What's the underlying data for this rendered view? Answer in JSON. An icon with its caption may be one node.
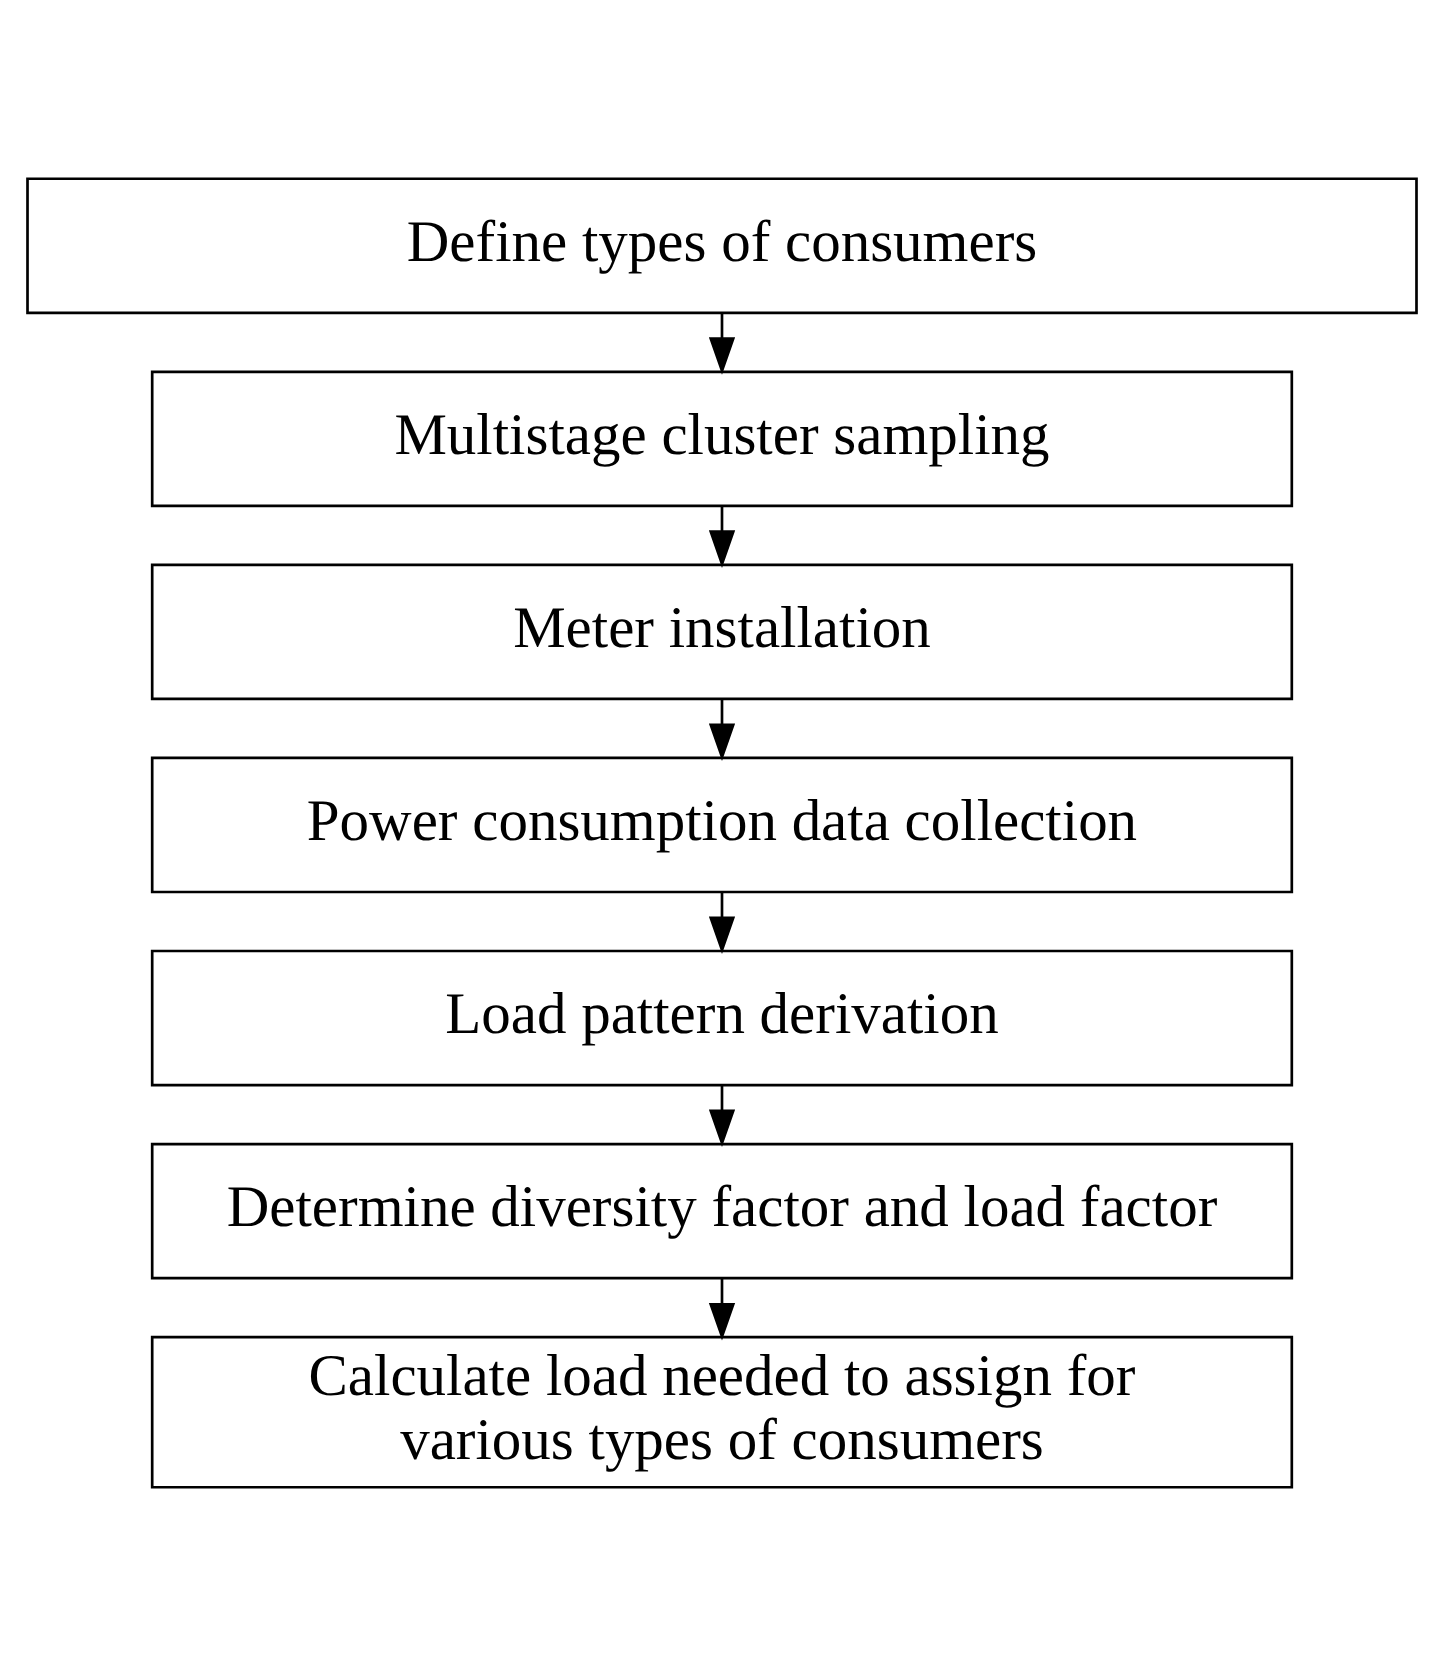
{
  "diagram": {
    "nodes": [
      {
        "text": [
          "Define types of consumers"
        ]
      },
      {
        "text": [
          "Multistage cluster sampling"
        ]
      },
      {
        "text": [
          "Meter installation"
        ]
      },
      {
        "text": [
          "Power consumption data collection"
        ]
      },
      {
        "text": [
          "Load pattern derivation"
        ]
      },
      {
        "text": [
          "Determine diversity factor and load factor"
        ]
      },
      {
        "text": [
          "Calculate load needed to assign for various types of consumers"
        ]
      }
    ],
    "edges": [
      {
        "from": 0,
        "to": 1,
        "arrow": "to"
      },
      {
        "from": 1,
        "to": 2,
        "arrow": "to"
      },
      {
        "from": 2,
        "to": 3,
        "arrow": "to"
      },
      {
        "from": 3,
        "to": 4,
        "arrow": "to"
      },
      {
        "from": 4,
        "to": 5,
        "arrow": "to"
      },
      {
        "from": 5,
        "to": 6,
        "arrow": "to"
      }
    ]
  }
}
